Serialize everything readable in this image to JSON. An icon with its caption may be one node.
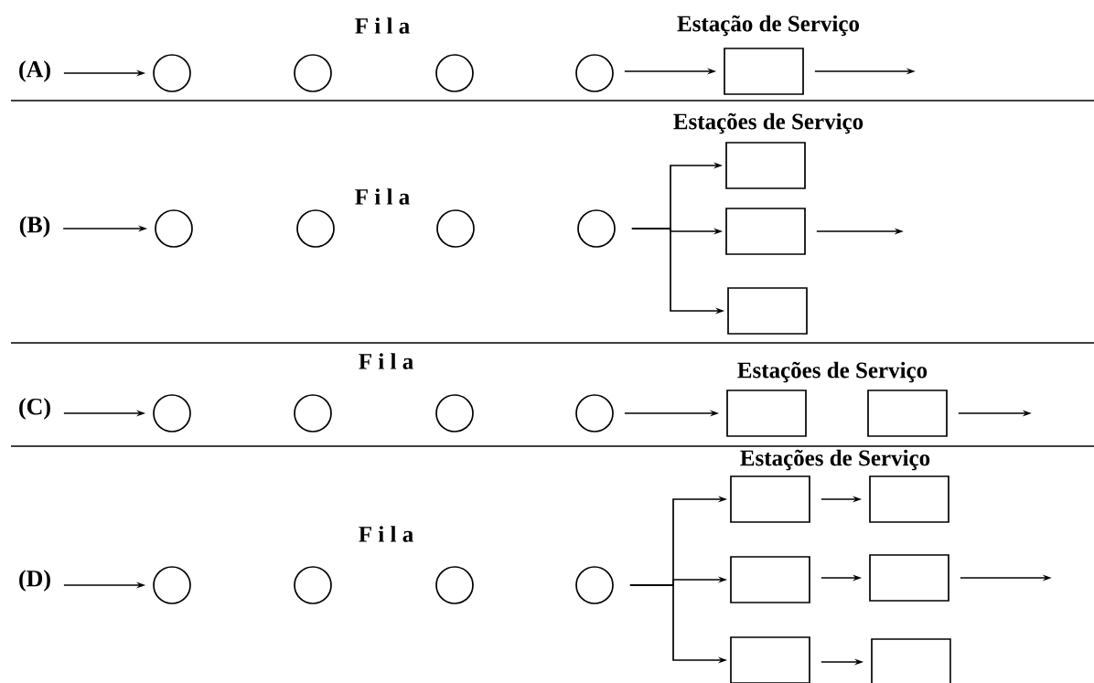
{
  "diagram": {
    "nodes": [
      {
        "text": [
          "(A)"
        ]
      },
      {
        "text": [],
        "shape": "circle"
      },
      {
        "text": [],
        "shape": "circle"
      },
      {
        "text": [],
        "shape": "circle"
      },
      {
        "text": [],
        "shape": "circle"
      },
      {
        "text": [],
        "shape": "box"
      },
      {
        "text": [
          "(B)"
        ]
      },
      {
        "text": [],
        "shape": "circle"
      },
      {
        "text": [],
        "shape": "circle"
      },
      {
        "text": [],
        "shape": "circle"
      },
      {
        "text": [],
        "shape": "circle"
      },
      {
        "text": [],
        "shape": "box"
      },
      {
        "text": [],
        "shape": "box"
      },
      {
        "text": [],
        "shape": "box"
      },
      {
        "text": [
          "(C)"
        ]
      },
      {
        "text": [],
        "shape": "circle"
      },
      {
        "text": [],
        "shape": "circle"
      },
      {
        "text": [],
        "shape": "circle"
      },
      {
        "text": [],
        "shape": "circle"
      },
      {
        "text": [],
        "shape": "box"
      },
      {
        "text": [],
        "shape": "box"
      },
      {
        "text": [
          "(D)"
        ]
      },
      {
        "text": [],
        "shape": "circle"
      },
      {
        "text": [],
        "shape": "circle"
      },
      {
        "text": [],
        "shape": "circle"
      },
      {
        "text": [],
        "shape": "circle"
      },
      {
        "text": [],
        "shape": "box"
      },
      {
        "text": [],
        "shape": "box"
      },
      {
        "text": [],
        "shape": "box"
      },
      {
        "text": [],
        "shape": "box"
      },
      {
        "text": [],
        "shape": "box"
      },
      {
        "text": [],
        "shape": "box"
      }
    ],
    "edges": [
      {
        "from": 0,
        "to": 1,
        "arrow": "to"
      },
      {
        "from": 4,
        "to": 5,
        "arrow": "to"
      },
      {
        "from": 5,
        "to": null,
        "arrow": "to"
      },
      {
        "from": 6,
        "to": 7,
        "arrow": "to"
      },
      {
        "from": 10,
        "to": 11,
        "arrow": "to"
      },
      {
        "from": 10,
        "to": 12,
        "arrow": "to"
      },
      {
        "from": 10,
        "to": 13,
        "arrow": "to"
      },
      {
        "from": 12,
        "to": null,
        "arrow": "to"
      },
      {
        "from": 14,
        "to": 15,
        "arrow": "to"
      },
      {
        "from": 18,
        "to": 19,
        "arrow": "to"
      },
      {
        "from": 20,
        "to": null,
        "arrow": "to"
      },
      {
        "from": 21,
        "to": 22,
        "arrow": "to"
      },
      {
        "from": 25,
        "to": 26,
        "arrow": "to"
      },
      {
        "from": 25,
        "to": 28,
        "arrow": "to"
      },
      {
        "from": 25,
        "to": 30,
        "arrow": "to"
      },
      {
        "from": 26,
        "to": 27,
        "arrow": "to"
      },
      {
        "from": 28,
        "to": 29,
        "arrow": "to"
      },
      {
        "from": 30,
        "to": 31,
        "arrow": "to"
      },
      {
        "from": 29,
        "to": null,
        "arrow": "to"
      }
    ],
    "labels": [
      "F i l a",
      "Estação de Serviço",
      "Estações de Serviço",
      "F i l a",
      "F i l a",
      "Estações de Serviço",
      "Estações de Serviço",
      "F i l a"
    ]
  }
}
